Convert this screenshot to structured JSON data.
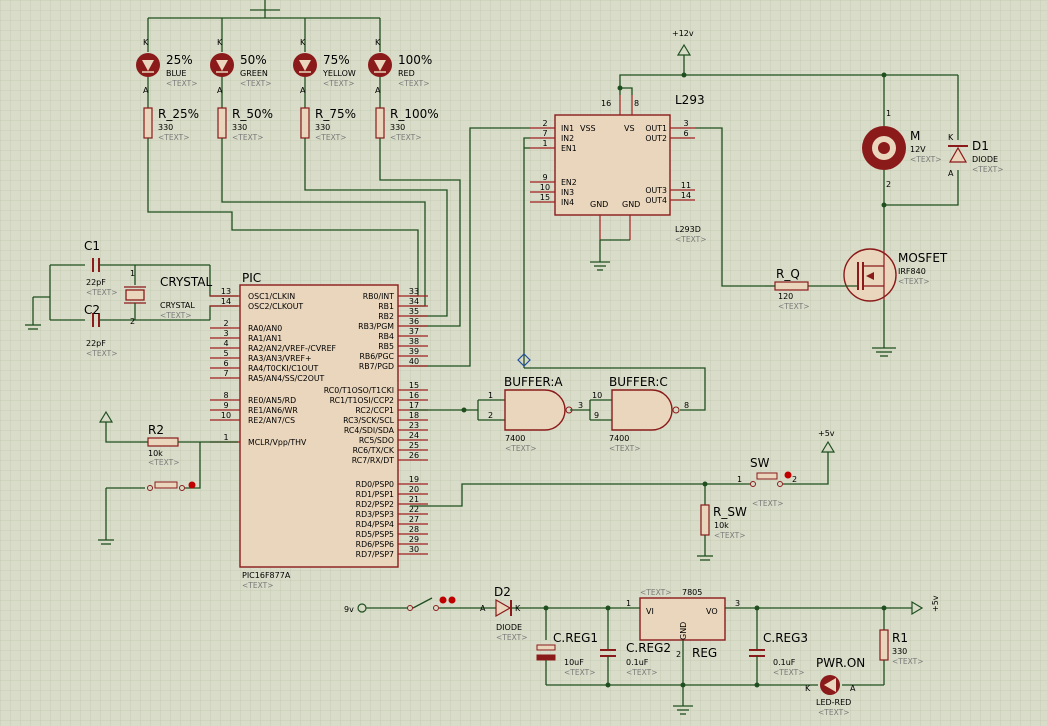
{
  "power": {
    "v12": "+12v",
    "v5_a": "+5v",
    "v5_b": "+5v",
    "v9": "9v"
  },
  "leds": [
    {
      "pct": "25%",
      "color": "BLUE",
      "res": "R_25%",
      "val": "330"
    },
    {
      "pct": "50%",
      "color": "GREEN",
      "res": "R_50%",
      "val": "330"
    },
    {
      "pct": "75%",
      "color": "YELLOW",
      "res": "R_75%",
      "val": "330"
    },
    {
      "pct": "100%",
      "color": "RED",
      "res": "R_100%",
      "val": "330"
    }
  ],
  "text_tag": "<TEXT>",
  "pic": {
    "name": "PIC",
    "part": "PIC16F877A",
    "left_pins": [
      {
        "num": "13",
        "name": "OSC1/CLKIN"
      },
      {
        "num": "14",
        "name": "OSC2/CLKOUT"
      },
      {
        "num": "2",
        "name": "RA0/AN0"
      },
      {
        "num": "3",
        "name": "RA1/AN1"
      },
      {
        "num": "4",
        "name": "RA2/AN2/VREF-/CVREF"
      },
      {
        "num": "5",
        "name": "RA3/AN3/VREF+"
      },
      {
        "num": "6",
        "name": "RA4/T0CKI/C1OUT"
      },
      {
        "num": "7",
        "name": "RA5/AN4/SS/C2OUT"
      },
      {
        "num": "8",
        "name": "RE0/AN5/RD"
      },
      {
        "num": "9",
        "name": "RE1/AN6/WR"
      },
      {
        "num": "10",
        "name": "RE2/AN7/CS"
      },
      {
        "num": "1",
        "name": "MCLR/Vpp/THV"
      }
    ],
    "right_pins": [
      {
        "num": "33",
        "name": "RB0/INT"
      },
      {
        "num": "34",
        "name": "RB1"
      },
      {
        "num": "35",
        "name": "RB2"
      },
      {
        "num": "36",
        "name": "RB3/PGM"
      },
      {
        "num": "37",
        "name": "RB4"
      },
      {
        "num": "38",
        "name": "RB5"
      },
      {
        "num": "39",
        "name": "RB6/PGC"
      },
      {
        "num": "40",
        "name": "RB7/PGD"
      },
      {
        "num": "15",
        "name": "RC0/T1OSO/T1CKI"
      },
      {
        "num": "16",
        "name": "RC1/T1OSI/CCP2"
      },
      {
        "num": "17",
        "name": "RC2/CCP1"
      },
      {
        "num": "18",
        "name": "RC3/SCK/SCL"
      },
      {
        "num": "23",
        "name": "RC4/SDI/SDA"
      },
      {
        "num": "24",
        "name": "RC5/SDO"
      },
      {
        "num": "25",
        "name": "RC6/TX/CK"
      },
      {
        "num": "26",
        "name": "RC7/RX/DT"
      },
      {
        "num": "19",
        "name": "RD0/PSP0"
      },
      {
        "num": "20",
        "name": "RD1/PSP1"
      },
      {
        "num": "21",
        "name": "RD2/PSP2"
      },
      {
        "num": "22",
        "name": "RD3/PSP3"
      },
      {
        "num": "27",
        "name": "RD4/PSP4"
      },
      {
        "num": "28",
        "name": "RD5/PSP5"
      },
      {
        "num": "29",
        "name": "RD6/PSP6"
      },
      {
        "num": "30",
        "name": "RD7/PSP7"
      }
    ]
  },
  "crystal": {
    "c1": "C1",
    "c2": "C2",
    "c_val1": "22pF",
    "c_val2": "22pF",
    "name": "CRYSTAL",
    "sub": "CRYSTAL"
  },
  "r2": {
    "name": "R2",
    "val": "10k"
  },
  "l293": {
    "name": "L293",
    "part": "L293D",
    "left": [
      {
        "num": "2",
        "name": "IN1"
      },
      {
        "num": "7",
        "name": "IN2"
      },
      {
        "num": "1",
        "name": "EN1"
      },
      {
        "num": "9",
        "name": "EN2"
      },
      {
        "num": "10",
        "name": "IN3"
      },
      {
        "num": "15",
        "name": "IN4"
      }
    ],
    "right": [
      {
        "num": "3",
        "name": "OUT1"
      },
      {
        "num": "6",
        "name": "OUT2"
      },
      {
        "num": "11",
        "name": "OUT3"
      },
      {
        "num": "14",
        "name": "OUT4"
      }
    ],
    "vss": "VSS",
    "vs": "VS",
    "gnd1": "GND",
    "gnd2": "GND",
    "p16": "16",
    "p8": "8"
  },
  "motor": {
    "name": "M",
    "val": "12V",
    "p1": "1",
    "p2": "2"
  },
  "d1": {
    "name": "D1",
    "part": "DIODE"
  },
  "mosfet": {
    "name": "MOSFET",
    "part": "IRF840"
  },
  "rq": {
    "name": "R_Q",
    "val": "120"
  },
  "buffer_a": {
    "name": "BUFFER:A",
    "part": "7400",
    "p1": "1",
    "p2": "2",
    "p3": "3"
  },
  "buffer_c": {
    "name": "BUFFER:C",
    "part": "7400",
    "p10": "10",
    "p9": "9",
    "p8": "8"
  },
  "sw": {
    "name": "SW",
    "p1": "1",
    "p2": "2"
  },
  "rsw": {
    "name": "R_SW",
    "val": "10k"
  },
  "d2": {
    "name": "D2",
    "part": "DIODE",
    "a": "A",
    "k": "K"
  },
  "reg": {
    "name": "REG",
    "part": "7805",
    "vi": "VI",
    "vo": "VO",
    "gnd": "GND",
    "p1": "1",
    "p2": "2",
    "p3": "3"
  },
  "creg1": {
    "name": "C.REG1",
    "val": "10uF"
  },
  "creg2": {
    "name": "C.REG2",
    "val": "0.1uF"
  },
  "creg3": {
    "name": "C.REG3",
    "val": "0.1uF"
  },
  "r1": {
    "name": "R1",
    "val": "330"
  },
  "pwr": {
    "name": "PWR.ON",
    "part": "LED-RED",
    "k": "K",
    "a": "A"
  },
  "led_pin_k": "K",
  "led_pin_a": "A"
}
